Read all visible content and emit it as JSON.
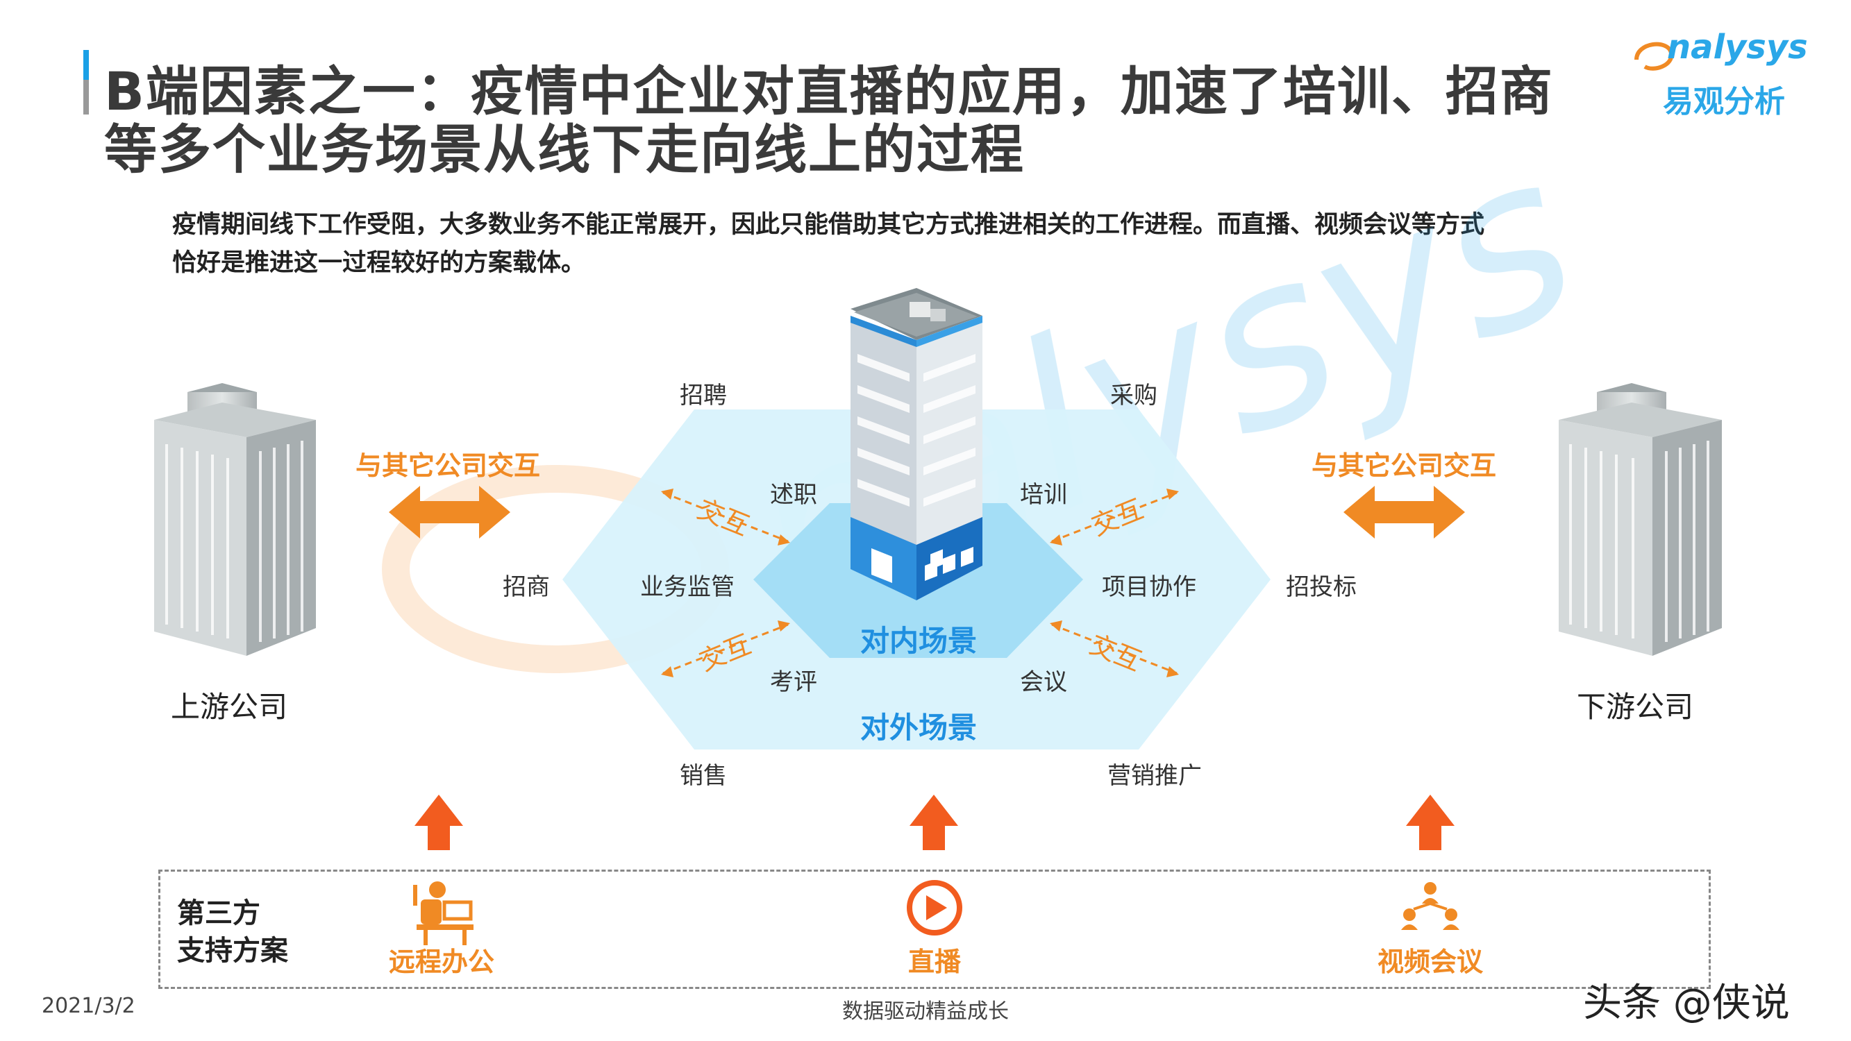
{
  "title": {
    "line1": "B端因素之一：疫情中企业对直播的应用，加速了培训、招商",
    "line2": "等多个业务场景从线下走向线上的过程"
  },
  "logo": {
    "top": "nalysys",
    "bottom": "易观分析"
  },
  "description": {
    "line1": "疫情期间线下工作受阻，大多数业务不能正常展开，因此只能借助其它方式推进相关的工作进程。而直播、视频会议等方式",
    "line2": "恰好是推进这一过程较好的方案载体。"
  },
  "diagram": {
    "upstream_label": "上游公司",
    "downstream_label": "下游公司",
    "interact_other_left": "与其它公司交互",
    "interact_other_right": "与其它公司交互",
    "inner_scene": "对内场景",
    "outer_scene": "对外场景",
    "interact": "交互",
    "outer_items": {
      "recruit": "招聘",
      "purchase": "采购",
      "investment": "招商",
      "bidding": "招投标",
      "sales": "销售",
      "marketing": "营销推广"
    },
    "inner_items": {
      "report": "述职",
      "training": "培训",
      "supervision": "业务监管",
      "collaboration": "项目协作",
      "evaluation": "考评",
      "meeting": "会议"
    }
  },
  "support": {
    "title_line1": "第三方",
    "title_line2": "支持方案",
    "remote": "远程办公",
    "live": "直播",
    "video": "视频会议"
  },
  "footer": {
    "date": "2021/3/2",
    "slogan": "数据驱动精益成长",
    "source": "头条 @侠说"
  },
  "colors": {
    "accent_blue": "#1aa0e6",
    "accent_orange": "#f08a24",
    "hex_outer": "#d6f1fb",
    "hex_inner": "#a6def6"
  }
}
